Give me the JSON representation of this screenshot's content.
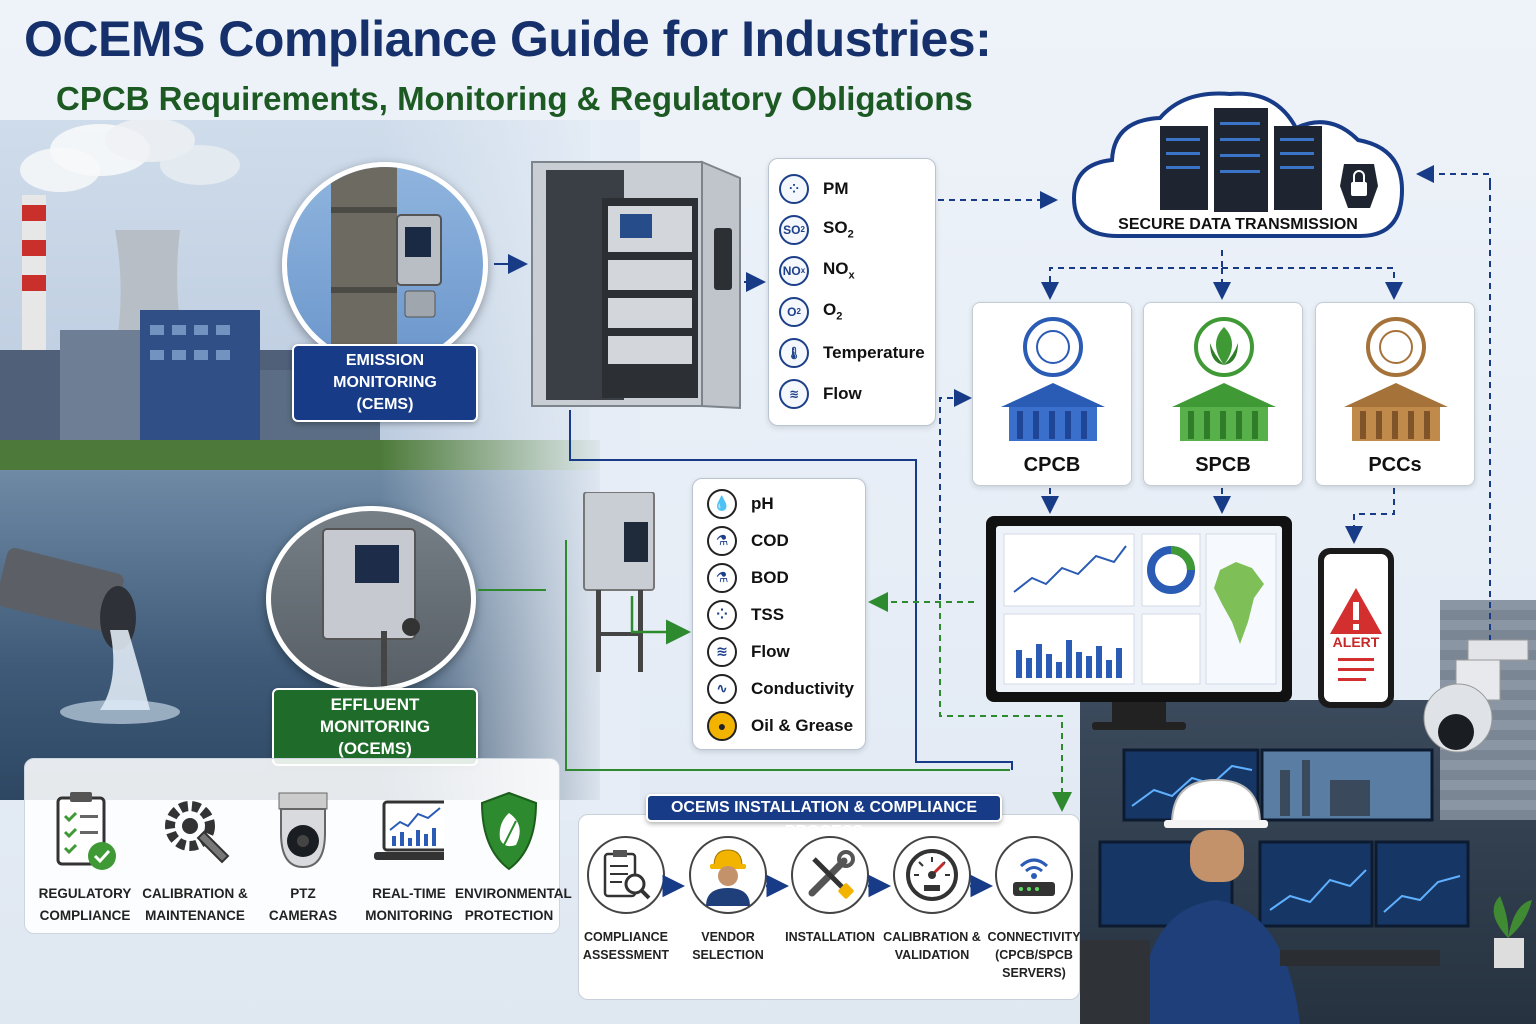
{
  "title": "OCEMS Compliance Guide for Industries:",
  "subtitle": "CPCB Requirements, Monitoring & Regulatory Obligations",
  "emission_label": [
    "EMISSION MONITORING",
    "(CEMS)"
  ],
  "effluent_label": [
    "EFFLUENT MONITORING",
    "(OCEMS)"
  ],
  "emission_params": [
    {
      "icon": "particles-icon",
      "text": "PM"
    },
    {
      "icon": "so2-icon",
      "badge": "SO",
      "sub": "2",
      "text": "SO",
      "text_sub": "2"
    },
    {
      "icon": "nox-icon",
      "badge": "NO",
      "sub": "x",
      "text": "NO",
      "text_sub": "x"
    },
    {
      "icon": "o2-icon",
      "badge": "O",
      "sub": "2",
      "text": "O",
      "text_sub": "2"
    },
    {
      "icon": "thermometer-icon",
      "text": "Temperature"
    },
    {
      "icon": "flow-icon",
      "text": "Flow"
    }
  ],
  "effluent_params": [
    {
      "icon": "drop-icon",
      "text": "pH"
    },
    {
      "icon": "flask-icon",
      "text": "COD"
    },
    {
      "icon": "flask-icon",
      "text": "BOD"
    },
    {
      "icon": "particles-icon",
      "text": "TSS"
    },
    {
      "icon": "flow-icon",
      "text": "Flow"
    },
    {
      "icon": "waveform-icon",
      "text": "Conductivity"
    },
    {
      "icon": "oil-drop-icon",
      "text": "Oil & Grease"
    }
  ],
  "cloud_label": "SECURE DATA TRANSMISSION",
  "authorities": [
    {
      "name": "CPCB",
      "color": "#2a5bb5"
    },
    {
      "name": "SPCB",
      "color": "#3f9a35"
    },
    {
      "name": "PCCs",
      "color": "#a5733a"
    }
  ],
  "alert_text": "ALERT",
  "features": [
    {
      "icon": "clipboard-check-icon",
      "lines": [
        "REGULATORY",
        "COMPLIANCE"
      ]
    },
    {
      "icon": "gear-wrench-icon",
      "lines": [
        "CALIBRATION &",
        "MAINTENANCE"
      ]
    },
    {
      "icon": "ptz-camera-icon",
      "lines": [
        "PTZ",
        "CAMERAS"
      ]
    },
    {
      "icon": "laptop-chart-icon",
      "lines": [
        "REAL-TIME",
        "MONITORING"
      ]
    },
    {
      "icon": "shield-leaf-icon",
      "lines": [
        "ENVIRONMENTAL",
        "PROTECTION"
      ]
    }
  ],
  "process_title": "OCEMS INSTALLATION & COMPLIANCE PROCESS",
  "process_steps": [
    {
      "icon": "clipboard-search-icon",
      "lines": [
        "COMPLIANCE",
        "ASSESSMENT"
      ]
    },
    {
      "icon": "engineer-icon",
      "lines": [
        "VENDOR",
        "SELECTION"
      ]
    },
    {
      "icon": "tools-icon",
      "lines": [
        "INSTALLATION"
      ]
    },
    {
      "icon": "gauge-icon",
      "lines": [
        "CALIBRATION &",
        "VALIDATION"
      ]
    },
    {
      "icon": "router-icon",
      "lines": [
        "CONNECTIVITY",
        "(CPCB/SPCB",
        "SERVERS)"
      ]
    }
  ]
}
